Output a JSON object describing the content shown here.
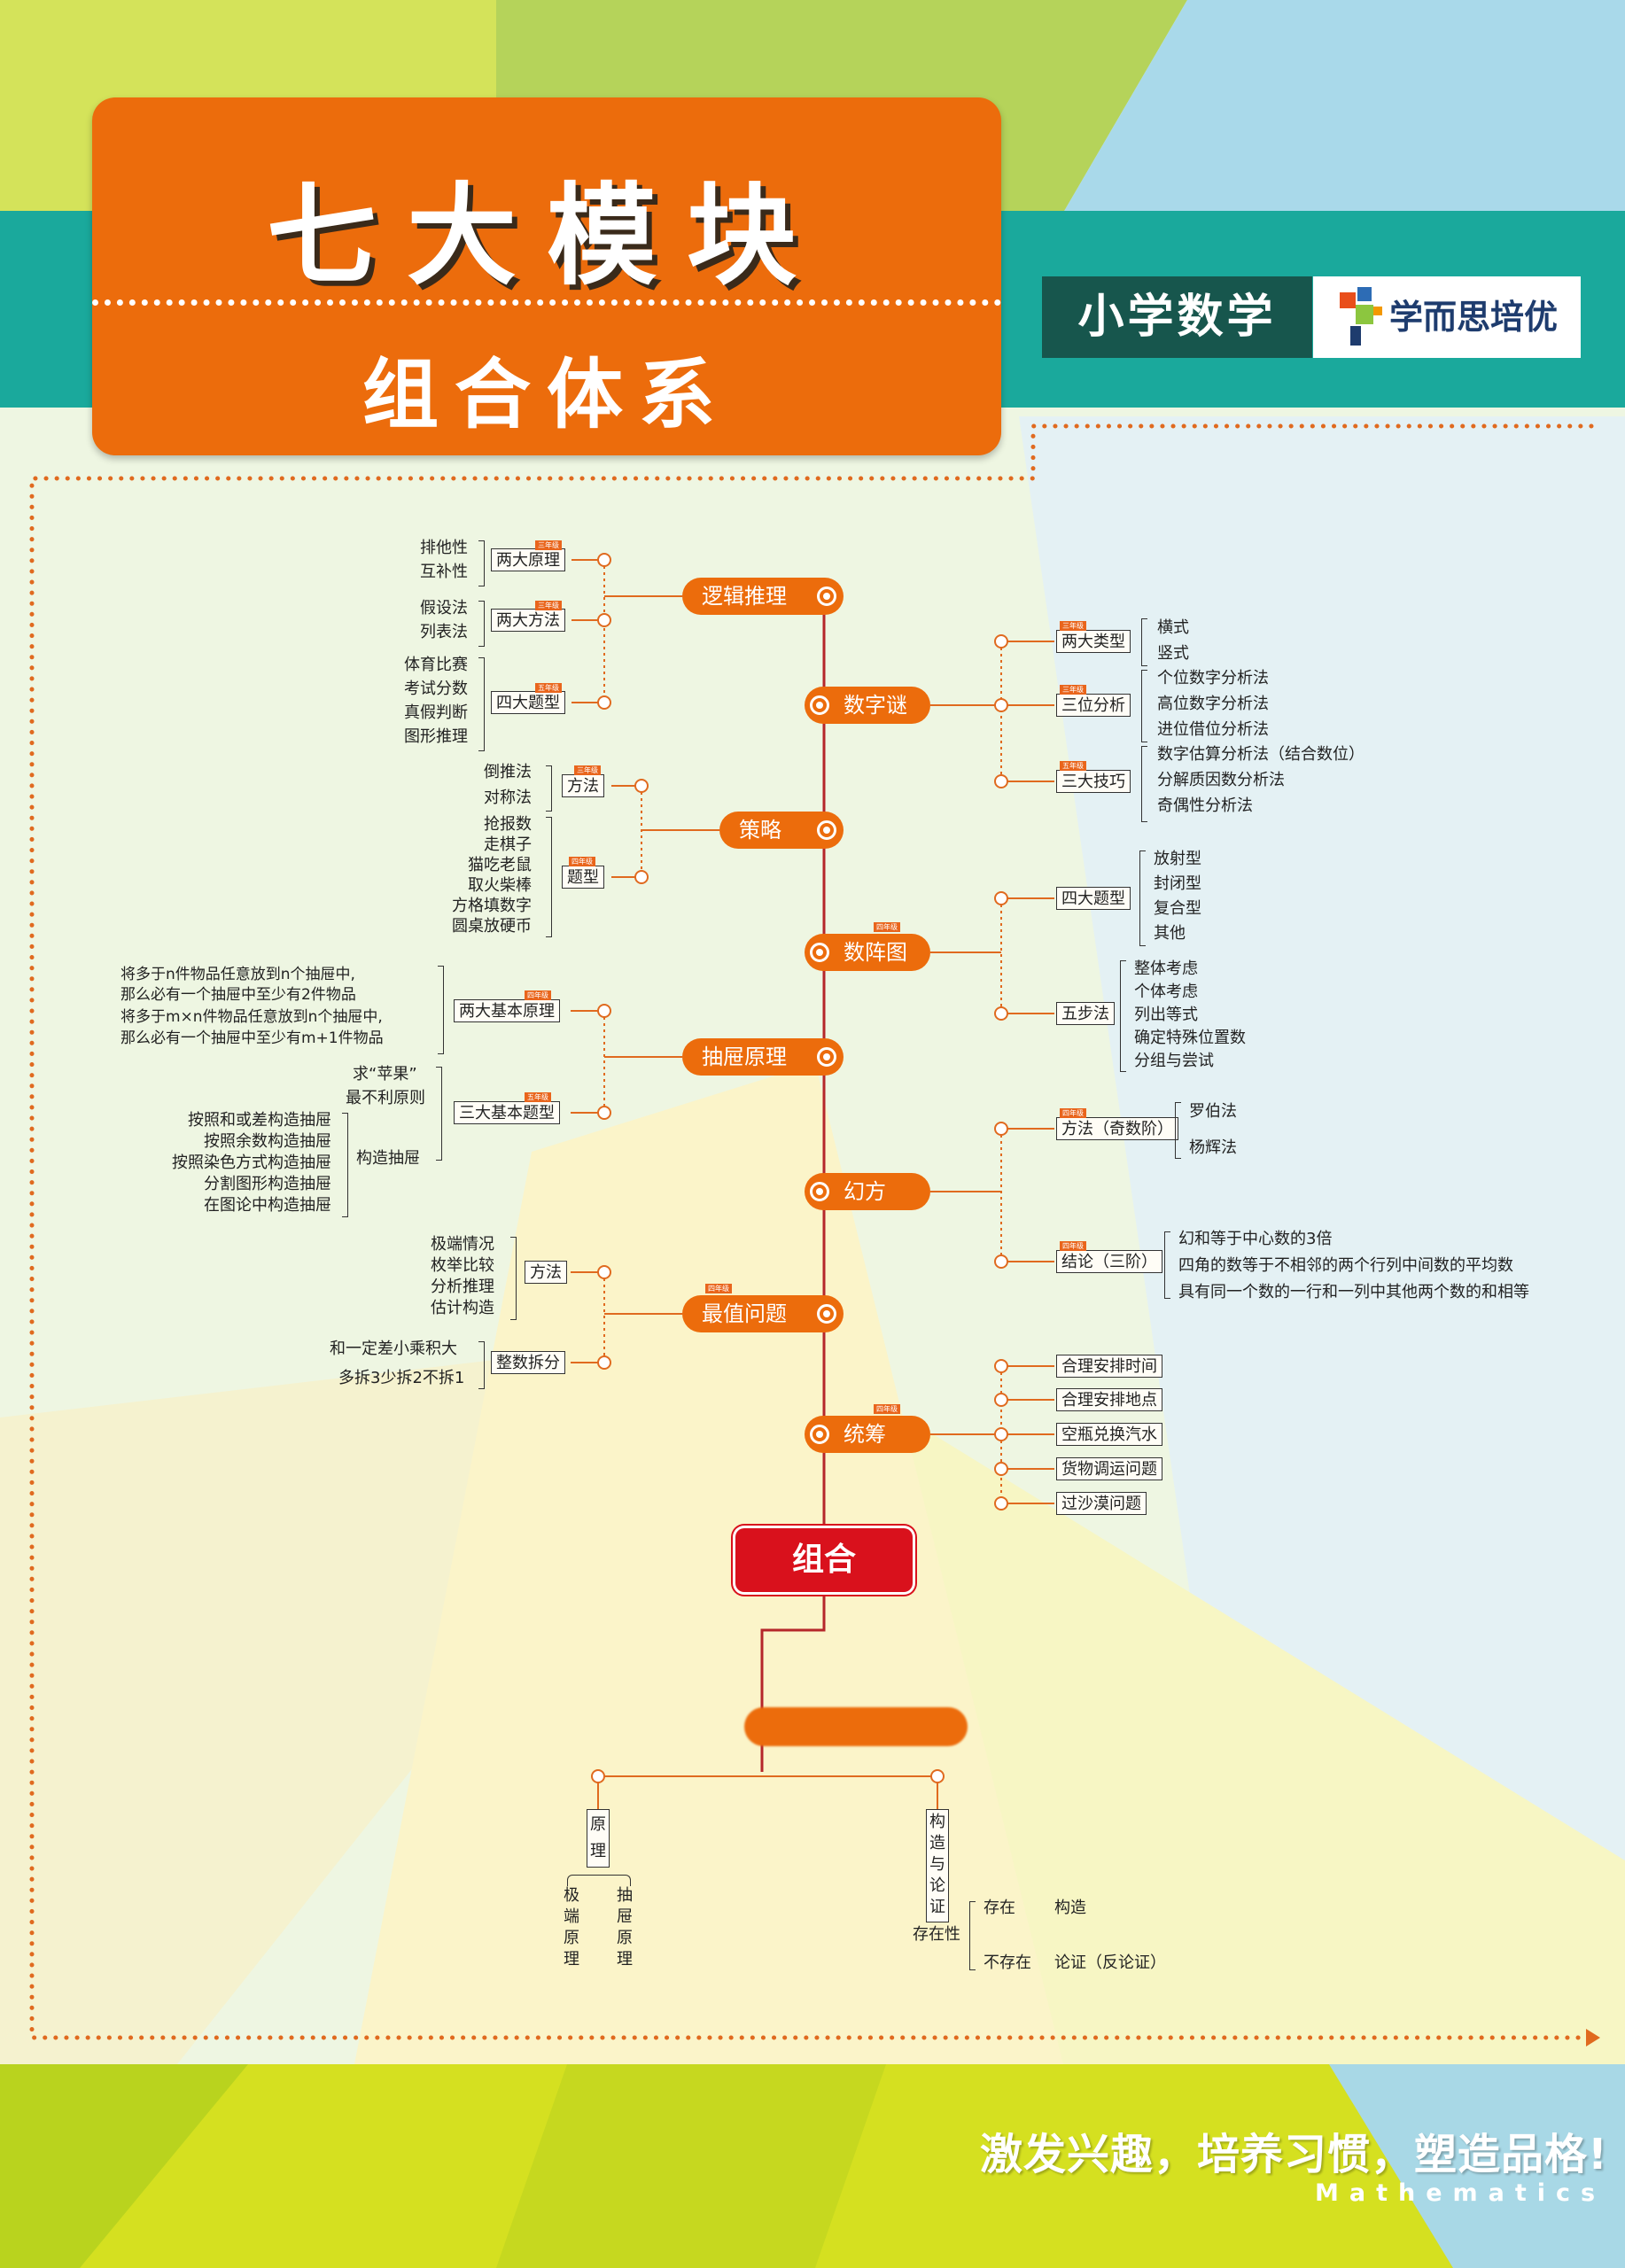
{
  "header": {
    "title_main": "七大模块",
    "title_sub": "组合体系",
    "badge_subject": "小学数学",
    "brand": "学而思培优"
  },
  "center": {
    "label": "组合"
  },
  "footer": {
    "slogan": "激发兴趣，培养习惯，塑造品格!",
    "slogan_en": "Mathematics"
  },
  "colors": {
    "orange": "#ec6c0c",
    "red": "#d9111c",
    "teal": "#1aa99c",
    "dark_teal": "#17564d"
  },
  "modules": {
    "logic": {
      "title": "逻辑推理",
      "b1": {
        "label": "两大原理",
        "grade": "三年级",
        "items": [
          "排他性",
          "互补性"
        ]
      },
      "b2": {
        "label": "两大方法",
        "grade": "三年级",
        "items": [
          "假设法",
          "列表法"
        ]
      },
      "b3": {
        "label": "四大题型",
        "grade": "五年级",
        "items": [
          "体育比赛",
          "考试分数",
          "真假判断",
          "图形推理"
        ]
      }
    },
    "strategy": {
      "title": "策略",
      "b1": {
        "label": "方法",
        "grade": "三年级",
        "items": [
          "倒推法",
          "对称法"
        ]
      },
      "b2": {
        "label": "题型",
        "grade": "四年级",
        "items": [
          "抢报数",
          "走棋子",
          "猫吃老鼠",
          "取火柴棒",
          "方格填数字",
          "圆桌放硬币"
        ]
      }
    },
    "drawer": {
      "title": "抽屉原理",
      "b1": {
        "label": "两大基本原理",
        "grade": "四年级",
        "items": [
          "将多于n件物品任意放到n个抽屉中,",
          "那么必有一个抽屉中至少有2件物品",
          "将多于m×n件物品任意放到n个抽屉中,",
          "那么必有一个抽屉中至少有m+1件物品"
        ]
      },
      "b2": {
        "label": "三大基本题型",
        "grade": "五年级",
        "items": [
          "求“苹果”",
          "最不利原则"
        ],
        "sub_label": "构造抽屉",
        "sub_items": [
          "按照和或差构造抽屉",
          "按照余数构造抽屉",
          "按照染色方式构造抽屉",
          "分割图形构造抽屉",
          "在图论中构造抽屉"
        ]
      }
    },
    "extreme": {
      "title": "最值问题",
      "grade": "四年级",
      "b1": {
        "label": "方法",
        "items": [
          "极端情况",
          "枚举比较",
          "分析推理",
          "估计构造"
        ]
      },
      "b2": {
        "label": "整数拆分",
        "items": [
          "和一定差小乘积大",
          "多拆3少拆2不拆1"
        ]
      }
    },
    "puzzle": {
      "title": "数字谜",
      "b1": {
        "label": "两大类型",
        "grade": "三年级",
        "items": [
          "横式",
          "竖式"
        ]
      },
      "b2": {
        "label": "三位分析",
        "grade": "三年级",
        "items": [
          "个位数字分析法",
          "高位数字分析法",
          "进位借位分析法"
        ]
      },
      "b3": {
        "label": "三大技巧",
        "grade": "五年级",
        "items": [
          "数字估算分析法（结合数位）",
          "分解质因数分析法",
          "奇偶性分析法"
        ]
      }
    },
    "array": {
      "title": "数阵图",
      "grade": "四年级",
      "b1": {
        "label": "四大题型",
        "items": [
          "放射型",
          "封闭型",
          "复合型",
          "其他"
        ]
      },
      "b2": {
        "label": "五步法",
        "items": [
          "整体考虑",
          "个体考虑",
          "列出等式",
          "确定特殊位置数",
          "分组与尝试"
        ]
      }
    },
    "magic": {
      "title": "幻方",
      "b1": {
        "label": "方法（奇数阶）",
        "grade": "四年级",
        "items": [
          "罗伯法",
          "杨辉法"
        ]
      },
      "b2": {
        "label": "结论（三阶）",
        "grade": "四年级",
        "items": [
          "幻和等于中心数的3倍",
          "四角的数等于不相邻的两个行列中间数的平均数",
          "具有同一个数的一行和一列中其他两个数的和相等"
        ]
      }
    },
    "plan": {
      "title": "统筹",
      "grade": "四年级",
      "items": [
        "合理安排时间",
        "合理安排地点",
        "空瓶兑换汽水",
        "货物调运问题",
        "过沙漠问题"
      ]
    },
    "bottom": {
      "left": {
        "label": "原理",
        "items": [
          "极端原理",
          "抽屉原理"
        ]
      },
      "right": {
        "label": "构造与论证",
        "prop": "存在性",
        "rows": [
          [
            "存在",
            "构造"
          ],
          [
            "不存在",
            "论证（反论证）"
          ]
        ]
      }
    }
  }
}
